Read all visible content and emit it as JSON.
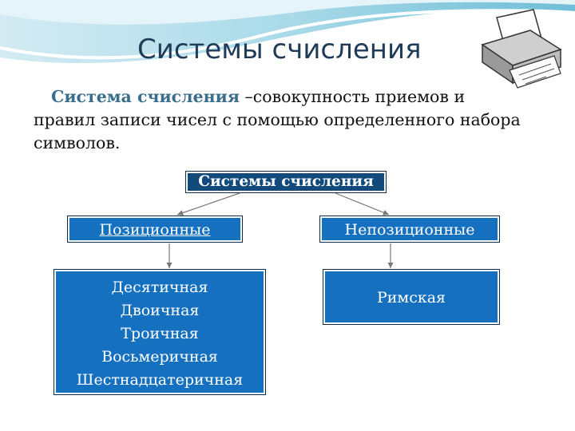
{
  "slide": {
    "title": "Системы счисления",
    "definition": {
      "term": "Система счисления",
      "text": " –совокупность приемов и правил записи чисел с помощью определенного набора символов."
    }
  },
  "diagram": {
    "root": "Системы счисления",
    "positional": {
      "label": "Позиционные",
      "items": [
        "Десятичная",
        "Двоичная",
        "Троичная",
        "Восьмеричная",
        "Шестнадцатеричная"
      ]
    },
    "non_positional": {
      "label": "Непозиционные",
      "items": [
        "Римская"
      ]
    }
  },
  "decor": {
    "icon": "printer-icon",
    "colors": {
      "box": "#1570c0",
      "root_box": "#124a7c",
      "title": "#1f3b57",
      "term": "#3a6e8c"
    }
  }
}
